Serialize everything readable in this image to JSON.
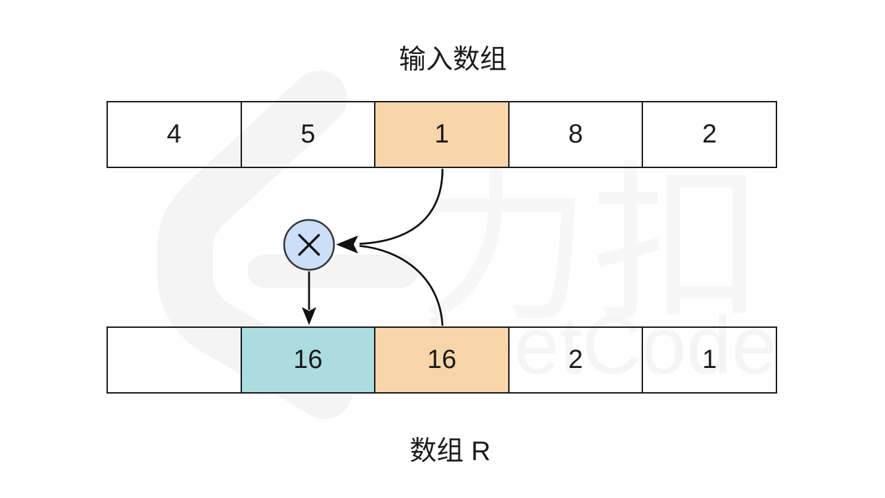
{
  "diagram": {
    "top_title": "输入数组",
    "bottom_title": "数组 R",
    "operator": {
      "symbol": "×",
      "meaning": "multiply"
    },
    "input_array": {
      "cells": [
        {
          "value": "4",
          "highlight": "none"
        },
        {
          "value": "5",
          "highlight": "none"
        },
        {
          "value": "1",
          "highlight": "orange"
        },
        {
          "value": "8",
          "highlight": "none"
        },
        {
          "value": "2",
          "highlight": "none"
        }
      ]
    },
    "result_array": {
      "cells": [
        {
          "value": "",
          "highlight": "none"
        },
        {
          "value": "16",
          "highlight": "teal"
        },
        {
          "value": "16",
          "highlight": "orange"
        },
        {
          "value": "2",
          "highlight": "none"
        },
        {
          "value": "1",
          "highlight": "none"
        }
      ]
    },
    "colors": {
      "highlight_orange": "#F8D5AA",
      "highlight_teal": "#ABDDE0",
      "operator_circle_fill": "#CBE0F8",
      "stroke": "#1A1A1A",
      "watermark_gray": "#F5F5F6"
    },
    "watermark": {
      "text_cn": "力扣",
      "text_en": "LeetCode"
    }
  }
}
